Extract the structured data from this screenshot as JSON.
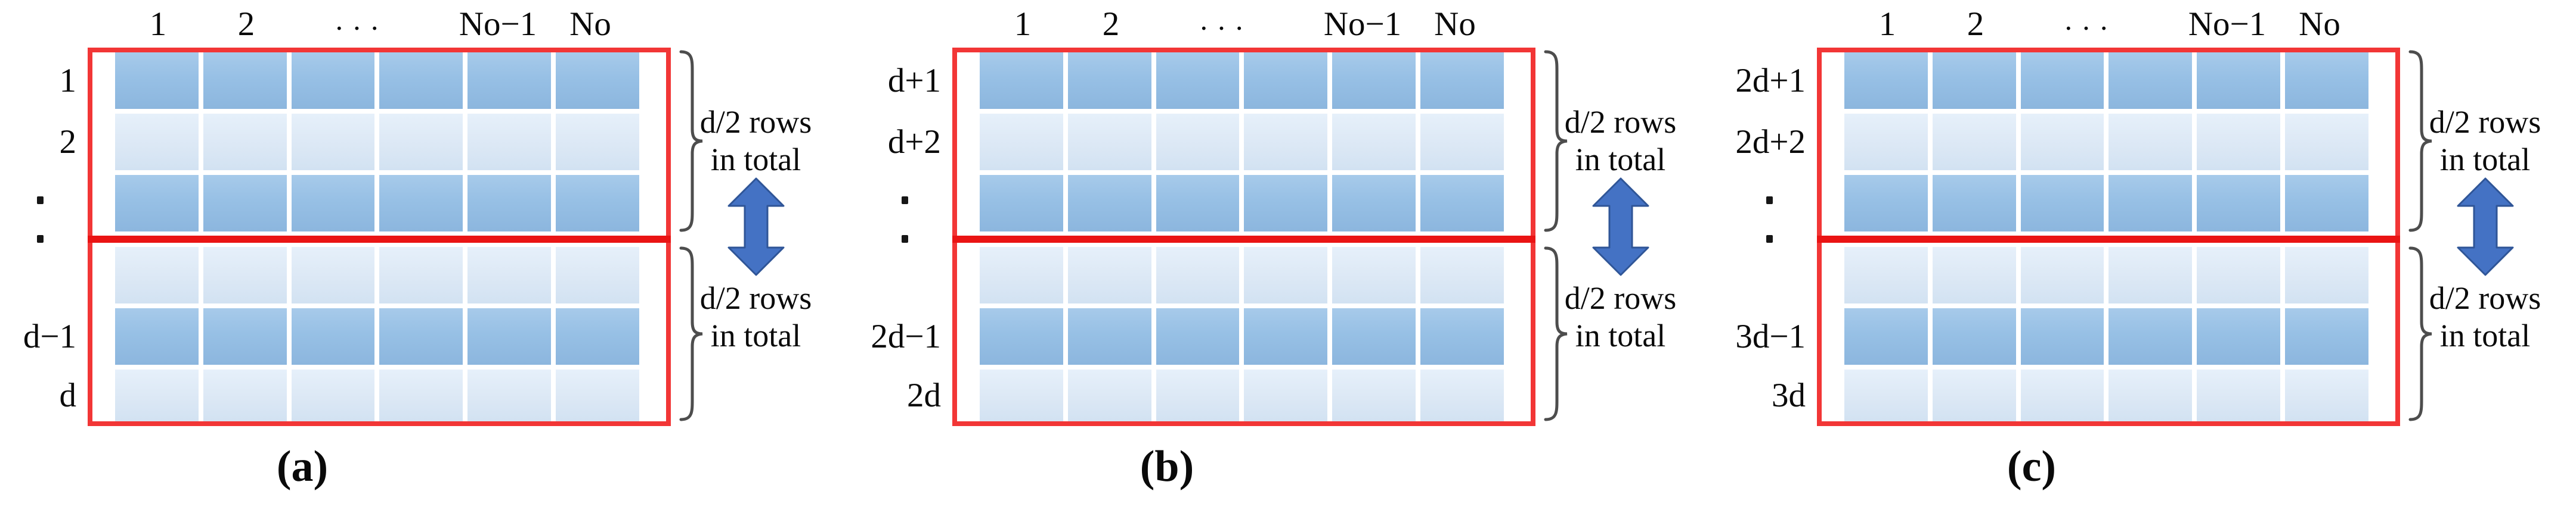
{
  "figure": {
    "grid": {
      "rows": 6,
      "cols": 6,
      "row_shading_pattern": [
        "dark",
        "light",
        "dark",
        "light",
        "dark",
        "light"
      ]
    },
    "colors": {
      "cell_dark_blue": "#97C0E5",
      "cell_light_blue": "#DCE8F5",
      "frame_red": "#F23636",
      "divider_red": "#EA1414",
      "arrow_blue_fill": "#4472C4",
      "arrow_blue_outline": "#2F5597",
      "brace_gray": "#4D4D4D"
    },
    "panels": [
      {
        "caption": "(a)",
        "column_headers": [
          "1",
          "2",
          "···",
          "No−1",
          "No"
        ],
        "row_labels": [
          "1",
          "2",
          "d−1",
          "d"
        ],
        "vertical_ellipsis": "⋮",
        "brace_top": {
          "line1": "d/2 rows",
          "line2": "in total"
        },
        "brace_bottom": {
          "line1": "d/2 rows",
          "line2": "in total"
        }
      },
      {
        "caption": "(b)",
        "column_headers": [
          "1",
          "2",
          "···",
          "No−1",
          "No"
        ],
        "row_labels": [
          "d+1",
          "d+2",
          "2d−1",
          "2d"
        ],
        "vertical_ellipsis": "⋮",
        "brace_top": {
          "line1": "d/2 rows",
          "line2": "in total"
        },
        "brace_bottom": {
          "line1": "d/2 rows",
          "line2": "in total"
        }
      },
      {
        "caption": "(c)",
        "column_headers": [
          "1",
          "2",
          "···",
          "No−1",
          "No"
        ],
        "row_labels": [
          "2d+1",
          "2d+2",
          "3d−1",
          "3d"
        ],
        "vertical_ellipsis": "⋮",
        "brace_top": {
          "line1": "d/2 rows",
          "line2": "in total"
        },
        "brace_bottom": {
          "line1": "d/2 rows",
          "line2": "in total"
        }
      }
    ]
  }
}
